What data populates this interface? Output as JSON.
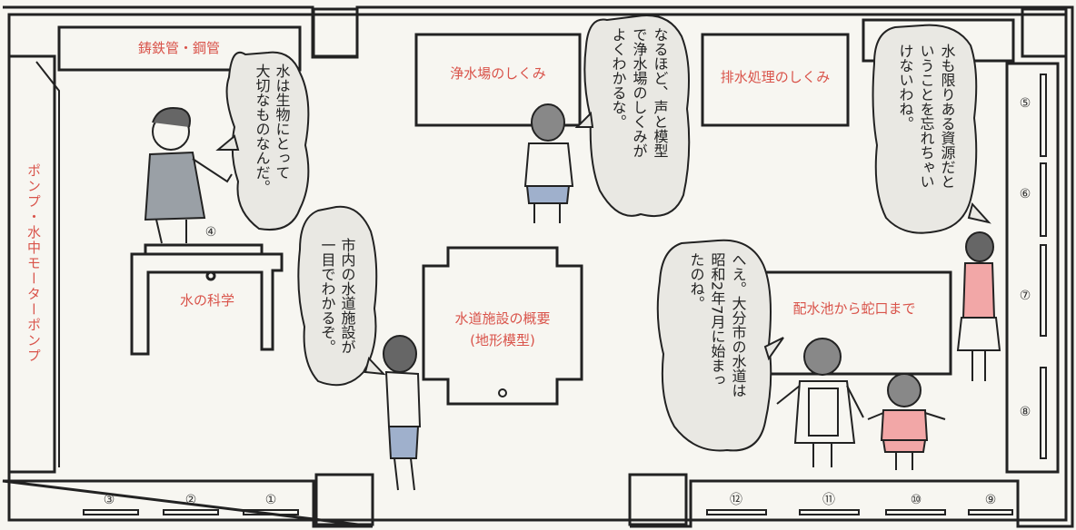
{
  "colors": {
    "background": "#f7f6f1",
    "line": "#222222",
    "label": "#d9534a",
    "bubble_fill": "#e9e8e3",
    "shirt_pink": "#f2a7a7",
    "pants_blue": "#9fb0cc"
  },
  "panels": {
    "cast_iron_pipe": "鋳鉄管・鋼管",
    "water_purification": "浄水場のしくみ",
    "drainage": "排水処理のしくみ",
    "pump": "ポンプ・水中モーターポンプ",
    "water_science": "水の科学",
    "facility_overview_line1": "水道施設の概要",
    "facility_overview_line2": "(地形模型)",
    "reservoir_to_tap": "配水池から蛇口まで"
  },
  "numbers": {
    "n1": "①",
    "n2": "②",
    "n3": "③",
    "n4": "④",
    "n5": "⑤",
    "n6": "⑥",
    "n7": "⑦",
    "n8": "⑧",
    "n9": "⑨",
    "n10": "⑩",
    "n11": "⑪",
    "n12": "⑫"
  },
  "bubbles": {
    "man": [
      "水は生物にとって",
      "大切なものなんだ。"
    ],
    "boy_center": [
      "なるほど、声と模型",
      "で浄水場のしくみが",
      "よくわかるな。"
    ],
    "boy_left": [
      "市内の水道施設が",
      "一目でわかるぞ。"
    ],
    "woman_right": [
      "水も限りある資源だと",
      "いうことを忘れちゃい",
      "けないわね。"
    ],
    "woman_center": [
      "へえ。大分市の水道は",
      "昭和2年7月に始まっ",
      "たのね。"
    ]
  },
  "icons": {
    "figure_man": "man-in-suit-figure",
    "figure_boy_center": "boy-figure-back",
    "figure_boy_left": "boy-figure-side",
    "figure_woman_right": "woman-figure",
    "figure_woman_center": "woman-figure-apron",
    "figure_girl": "girl-figure"
  }
}
